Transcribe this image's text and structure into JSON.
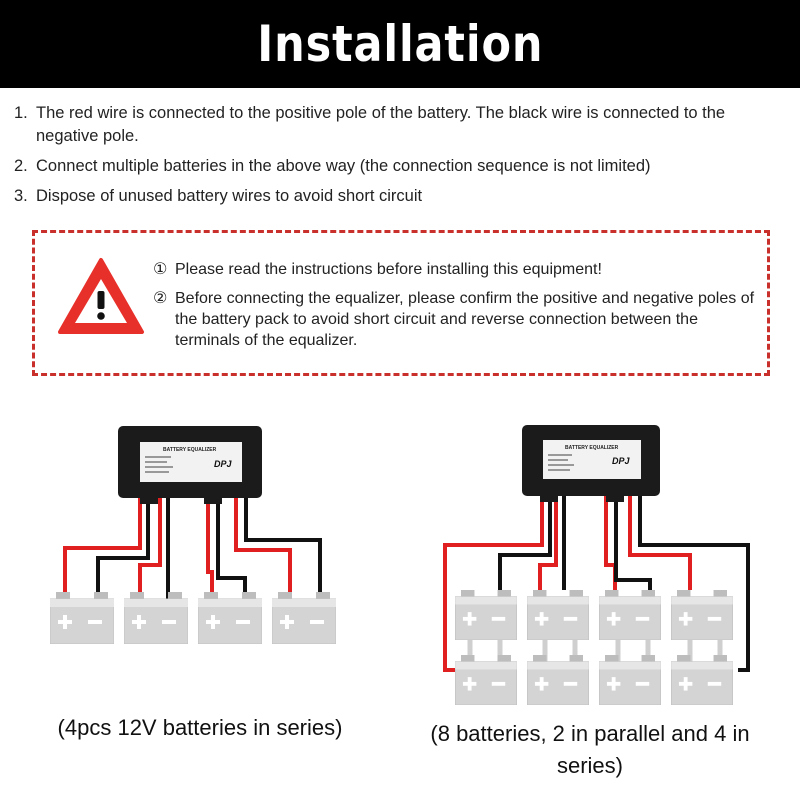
{
  "header": {
    "title": "Installation"
  },
  "steps": [
    {
      "num": "1.",
      "text": "The red wire is connected to the positive pole of the battery. The black wire is connected to the negative pole."
    },
    {
      "num": "2.",
      "text": "Connect multiple batteries in the above way (the connection sequence is not limited)"
    },
    {
      "num": "3.",
      "text": "Dispose of unused battery wires to avoid short circuit"
    }
  ],
  "warning": {
    "icon": "warning-triangle-icon",
    "lines": [
      {
        "marker": "①",
        "text": "Please read the instructions before installing this equipment!"
      },
      {
        "marker": "②",
        "text": "Before connecting the equalizer, please confirm the positive and negative poles of the battery pack to avoid short circuit and reverse connection between the terminals of the equalizer."
      }
    ]
  },
  "device": {
    "label": "BATTERY EQUALIZER",
    "brand": "DPJ"
  },
  "battery": {
    "plus": "+",
    "minus": "−"
  },
  "captions": {
    "left": "(4pcs 12V batteries in series)",
    "right": "(8 batteries, 2 in parallel and 4 in series)"
  },
  "colors": {
    "red_wire": "#e02020",
    "black_wire": "#111111",
    "warning_red": "#c9302c",
    "battery": "#d4d4d4"
  }
}
